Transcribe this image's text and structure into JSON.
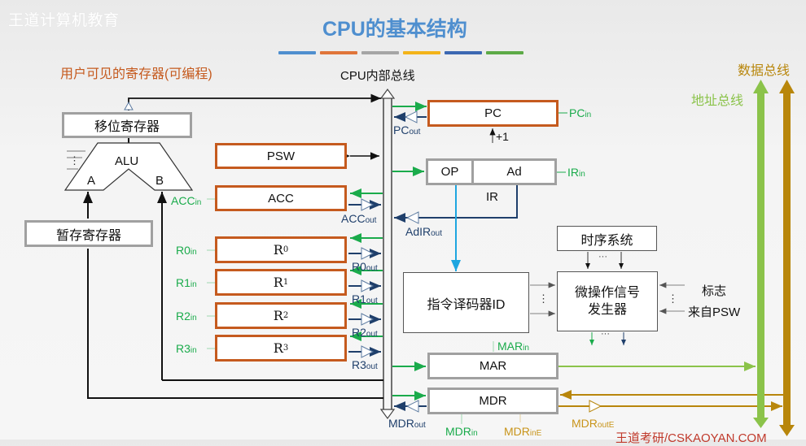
{
  "watermark": "王道计算机教育",
  "title": "CPU的基本结构",
  "title_color_bars": [
    "#4f8fcf",
    "#e0753a",
    "#a5a5a5",
    "#f3b31a",
    "#3c68b2",
    "#5daa47"
  ],
  "user_visible_label": "用户可见的寄存器(可编程)",
  "cpu_bus_label": "CPU内部总线",
  "data_bus_label": "数据总线",
  "address_bus_label": "地址总线",
  "footer": "王道考研/CSKAOYAN.COM",
  "colors": {
    "register_orange": "#c55a1e",
    "control_in_green": "#1aab4b",
    "control_out_blue": "#1f3f6b",
    "data_bus_gold": "#b8860b",
    "address_bus_green": "#8bc34a",
    "decoder_link_cyan": "#1ea6e0"
  },
  "alu_section": {
    "shift_register": "移位寄存器",
    "alu": "ALU",
    "port_a": "A",
    "port_b": "B",
    "dots": "⋮",
    "temp_register": "暂存寄存器"
  },
  "registers": {
    "psw": "PSW",
    "acc": "ACC",
    "r": [
      {
        "name": "R",
        "sub": "0",
        "in": "R0",
        "out": "R0"
      },
      {
        "name": "R",
        "sub": "1",
        "in": "R1",
        "out": "R1"
      },
      {
        "name": "R",
        "sub": "2",
        "in": "R2",
        "out": "R2"
      },
      {
        "name": "R",
        "sub": "3",
        "in": "R3",
        "out": "R3"
      }
    ],
    "acc_in": "ACC",
    "acc_out": "ACC",
    "in_suffix": "in",
    "out_suffix": "out"
  },
  "control_unit": {
    "pc": "PC",
    "pc_in": "PC",
    "pc_out": "PC",
    "plus_one": "+1",
    "ir_op": "OP",
    "ir_ad": "Ad",
    "ir": "IR",
    "ir_in": "IR",
    "adir_out": "AdIR",
    "decoder": "指令译码器ID",
    "timing": "时序系统",
    "micro_op_line1": "微操作信号",
    "micro_op_line2": "发生器",
    "flags_line1": "标志",
    "flags_line2": "来自PSW",
    "ellipsis": "···",
    "vdots": "⋮"
  },
  "memory_interface": {
    "mar": "MAR",
    "mar_in": "MAR",
    "mdr": "MDR",
    "mdr_in": "MDR",
    "mdr_out": "MDR",
    "mdr_in_e": "MDR",
    "mdr_in_e_suffix": "inE",
    "mdr_out_e": "MDR",
    "mdr_out_e_suffix": "outE"
  }
}
